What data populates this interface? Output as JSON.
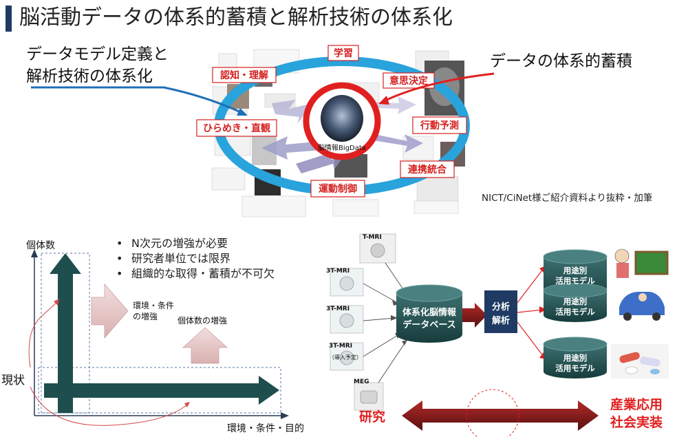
{
  "title": "脳活動データの体系的蓄積と解析技術の体系化",
  "top": {
    "label_left_line1": "データモデル定義と",
    "label_left_line2": "解析技術の体系化",
    "label_right": "データの体系的蓄積",
    "source_note": "NICT/CiNet様ご紹介資料より抜粋・加筆",
    "center_label": "脳情報BigData",
    "cycle_labels": [
      "学習",
      "認知・理解",
      "意思決定",
      "ひらめき・直観",
      "行動予測",
      "連携統合",
      "運動制御"
    ]
  },
  "left_diagram": {
    "y_axis_label": "個体数",
    "x_axis_label": "環境・条件・目的",
    "current_label": "現状",
    "arrow_env_line1": "環境・条件",
    "arrow_env_line2": "の増強",
    "arrow_individual": "個体数の増強",
    "bullets": [
      "N次元の増強が必要",
      "研究者単位では限界",
      "組織的な取得・蓄積が不可欠"
    ]
  },
  "right_diagram": {
    "sources": [
      "T-MRI",
      "3T-MRI",
      "3T-MRI",
      "3T-MRI",
      "（導入予定）",
      "MEG"
    ],
    "database_line1": "体系化脳情報",
    "database_line2": "データベース",
    "analysis_line1": "分析",
    "analysis_line2": "解析",
    "model_line1": "用途別",
    "model_line2": "活用モデル",
    "research_label": "研究",
    "industry_line1": "産業応用",
    "industry_line2": "社会実装"
  },
  "colors": {
    "title_bar": "#1f3b63",
    "cycle_ring": "#29a3dc",
    "center_ring": "#e02020",
    "cycle_label_red": "#d62020",
    "arrow_left_blue": "#1f6fb5",
    "arrow_teal": "#1f4e4e",
    "db_dark": "#1f4f4f",
    "analysis_box": "#1f3b63",
    "arrow_maroon": "#7a1a1a",
    "arrow_pink": "#e7c7c7",
    "industry_red": "#e02020"
  }
}
